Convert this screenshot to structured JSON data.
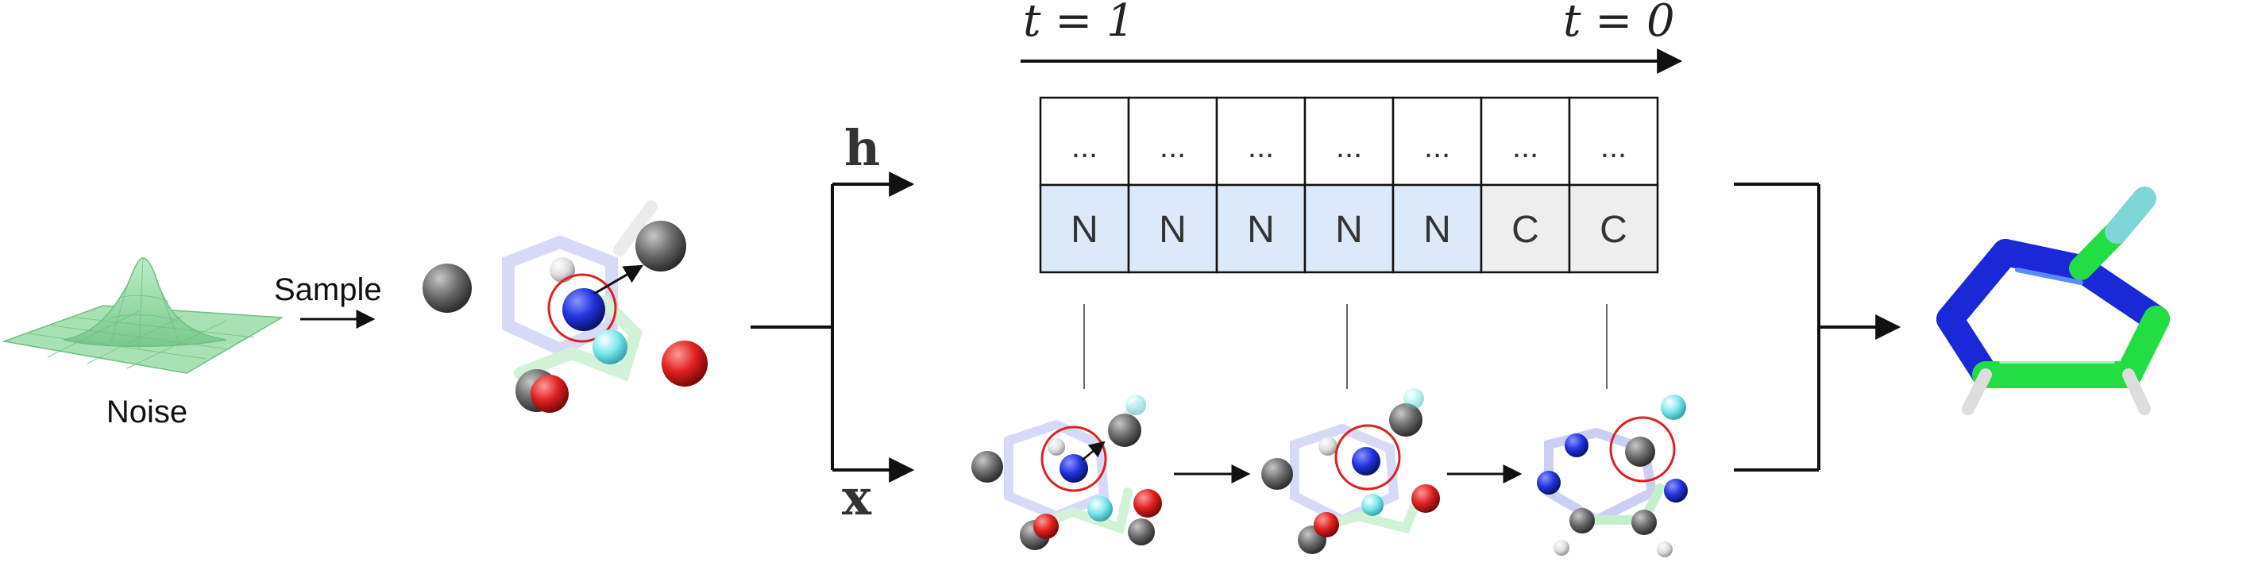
{
  "labels": {
    "noise": "Noise",
    "sample": "Sample",
    "time_start": "t = 1",
    "time_end": "t = 0",
    "h": "h",
    "x": "x"
  },
  "sequence": {
    "top_row": [
      "...",
      "...",
      "...",
      "...",
      "...",
      "...",
      "..."
    ],
    "bottom_row": [
      "N",
      "N",
      "N",
      "N",
      "N",
      "C",
      "C"
    ]
  },
  "colors": {
    "noise_surface": "#8fd6a0",
    "atom_carbon": "#6b6b6b",
    "atom_nitrogen": "#2233dd",
    "atom_oxygen": "#e02020",
    "atom_fluorine": "#7ee8ee",
    "atom_hydrogen": "#dddddd",
    "highlight_ring": "#e02020",
    "cell_nitrogen_bg": "#dbe9f8",
    "cell_carbon_bg": "#eeeeee",
    "bond_green": "#22dd44",
    "bond_blue": "#1a28d8"
  }
}
